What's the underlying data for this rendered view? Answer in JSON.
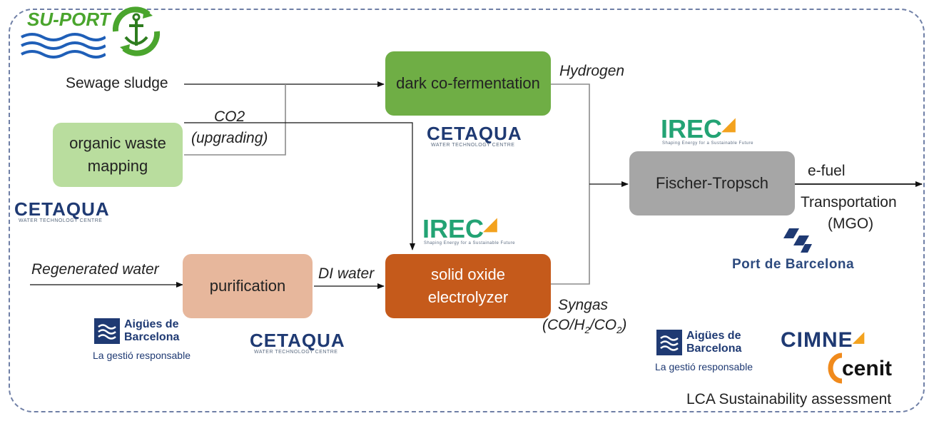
{
  "colors": {
    "border": "#6f7fa6",
    "green_dark": "#6fae45",
    "green_light": "#b9dd9e",
    "peach": "#e7b79c",
    "orange": "#c55a1b",
    "grey": "#a6a6a6",
    "navy": "#1f3a73",
    "irec_green": "#23a374",
    "irec_orange": "#f3a21e",
    "suport_green": "#4aa52d",
    "suport_blue": "#1f5fb8"
  },
  "header": {
    "project_logo": "SU-PORT",
    "project_icon": "anchor-recycle-icon"
  },
  "inputs": {
    "sewage_sludge": "Sewage sludge",
    "regenerated_water": "Regenerated water"
  },
  "processes": {
    "dark_cofermentation": "dark co-fermentation",
    "organic_waste_line1": "organic waste",
    "organic_waste_line2": "mapping",
    "purification": "purification",
    "soe_line1": "solid oxide",
    "soe_line2": "electrolyzer",
    "fischer_tropsch": "Fischer-Tropsch"
  },
  "flows": {
    "co2": "CO2",
    "co2_upgrading": "(upgrading)",
    "hydrogen": "Hydrogen",
    "di_water": "DI water",
    "syngas": "Syngas",
    "syngas_composition_main": "(CO/H",
    "syngas_sub1": "2",
    "syngas_mid": "/CO",
    "syngas_sub2": "2",
    "syngas_end": ")",
    "efuel": "e-fuel",
    "transportation": "Transportation",
    "mgo": "(MGO)"
  },
  "partners": {
    "cetaqua": "CETAQUA",
    "cetaqua_sub": "WATER TECHNOLOGY CENTRE",
    "irec": "IREC",
    "irec_sub": "Shaping Energy for a Sustainable Future",
    "aigues_line1": "Aigües de",
    "aigues_line2": "Barcelona",
    "aigues_tagline": "La gestió responsable",
    "port": "Port de Barcelona",
    "cimne": "CIMNE",
    "cenit": "cenit",
    "lca": "LCA Sustainability assessment"
  }
}
